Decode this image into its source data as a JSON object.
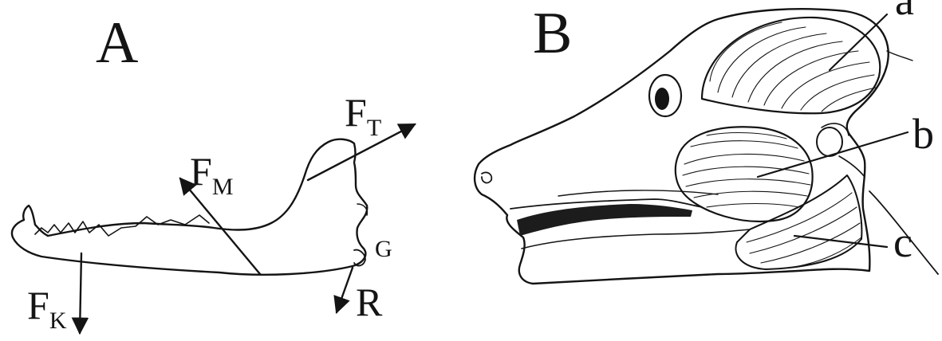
{
  "panels": [
    {
      "id": "A",
      "heading": "A",
      "labels": {
        "ft_main": "F",
        "ft_sub": "T",
        "fm_main": "F",
        "fm_sub": "M",
        "fk_main": "F",
        "fk_sub": "K",
        "g": "G",
        "r": "R"
      }
    },
    {
      "id": "B",
      "heading": "B",
      "labels": {
        "a": "a",
        "b": "b",
        "c": "c"
      }
    }
  ],
  "colors": {
    "ink": "#141414",
    "paper": "#ffffff"
  }
}
